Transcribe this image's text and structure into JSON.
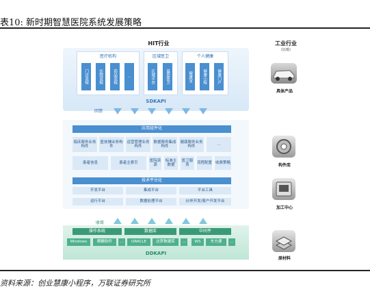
{
  "header": {
    "title": "表10: 新时期智慧医院系统发展策略"
  },
  "diagram": {
    "hit_title": "HIT行业",
    "industry_title": "工业行业",
    "industry_subtitle": "(比喻)",
    "top_groups": [
      {
        "label": "医疗机构",
        "items": [
          "门诊流程",
          "住院流程",
          "药品流程",
          "…"
        ]
      },
      {
        "label": "区域医卫",
        "items": [
          "区域平台",
          "基层医卫"
        ]
      },
      {
        "label": "个人健康",
        "items": [
          "健康宝",
          "健康小程",
          "健康门户"
        ]
      }
    ],
    "sdkapi": "SDKAPI",
    "return_label": "回馈",
    "app_component": "应用组件化",
    "components_row1": [
      "临床服务业务构件",
      "医技辅业务构件",
      "运营管理业务构件",
      "数据服务集成构件",
      "健康服务业务构件",
      "…"
    ],
    "components_row2": [
      "患者信息",
      "患者主索引",
      "医院资源",
      "标准主数据",
      "医卫服务",
      "流程配置",
      "收费策略"
    ],
    "tech_platform": "技术平台化",
    "platform_row1": [
      "开发平台",
      "集成平台",
      "平台工具"
    ],
    "platform_row2": [
      "运行平台",
      "数据处理平台",
      "伙伴开发/客户开发平台"
    ],
    "collect_label": "收敛",
    "infra_headers": [
      "操作系统",
      "数据库",
      "中间件"
    ],
    "infra_items": [
      "Windows",
      "麒麟软件",
      "…",
      "ORACLE",
      "达梦数据库",
      "…",
      "WS",
      "东方通",
      "…"
    ],
    "ddkapi": "DDKAPI",
    "right_labels": [
      "具体产品",
      "构件库",
      "加工中心",
      "原材料"
    ]
  },
  "footer": {
    "source": "资料来源：创业慧康小程序，万联证券研究所"
  }
}
